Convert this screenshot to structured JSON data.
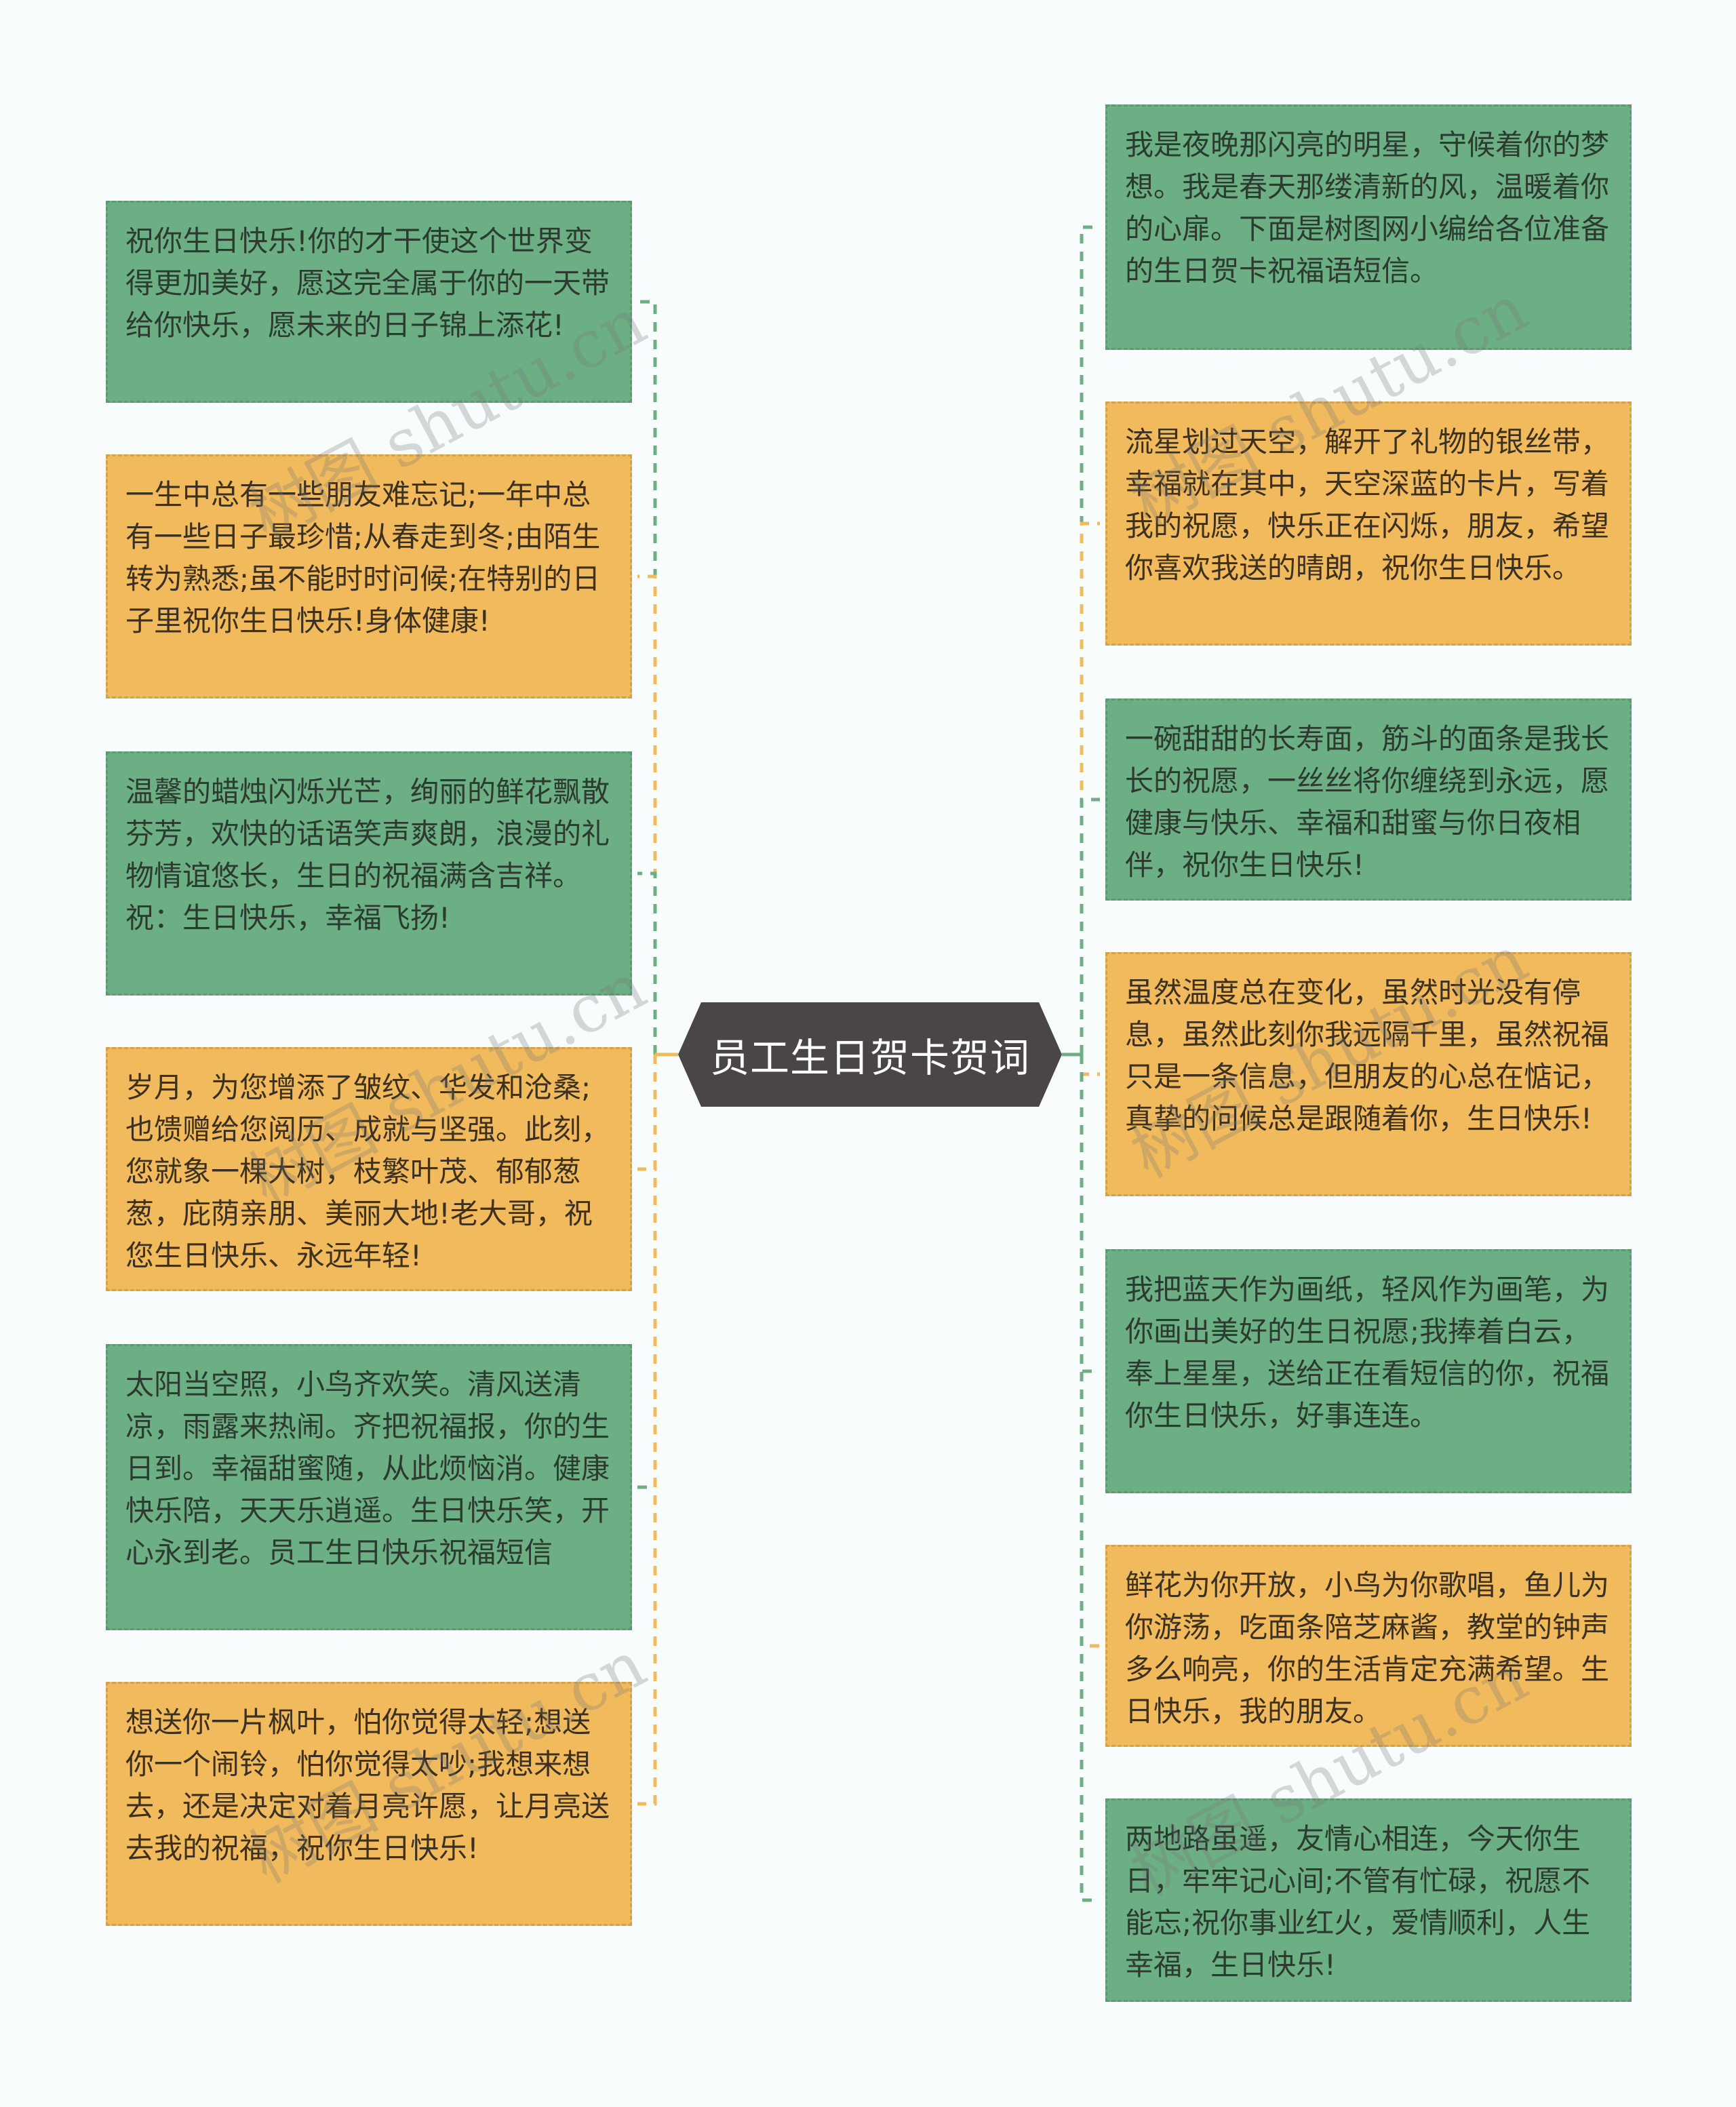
{
  "title": "员工生日贺卡贺词",
  "colors": {
    "background": "#f8fcfc",
    "center_node": "#4a4646",
    "green_node": "#6daf84",
    "orange_node": "#f0ba5d",
    "green_link": "#6daf84",
    "orange_link": "#f0ba5d"
  },
  "left_nodes": [
    {
      "color": "green",
      "text": "祝你生日快乐!你的才干使这个世界变得更加美好，愿这完全属于你的一天带给你快乐，愿未来的日子锦上添花!"
    },
    {
      "color": "orange",
      "text": "一生中总有一些朋友难忘记;一年中总有一些日子最珍惜;从春走到冬;由陌生转为熟悉;虽不能时时问候;在特别的日子里祝你生日快乐!身体健康!"
    },
    {
      "color": "green",
      "text": "温馨的蜡烛闪烁光芒，绚丽的鲜花飘散芬芳，欢快的话语笑声爽朗，浪漫的礼物情谊悠长，生日的祝福满含吉祥。祝：生日快乐，幸福飞扬!"
    },
    {
      "color": "orange",
      "text": "岁月，为您增添了皱纹、华发和沧桑;也馈赠给您阅历、成就与坚强。此刻，您就象一棵大树，枝繁叶茂、郁郁葱葱，庇荫亲朋、美丽大地!老大哥，祝您生日快乐、永远年轻!"
    },
    {
      "color": "green",
      "text": "太阳当空照，小鸟齐欢笑。清风送清凉，雨露来热闹。齐把祝福报，你的生日到。幸福甜蜜随，从此烦恼消。健康快乐陪，天天乐逍遥。生日快乐笑，开心永到老。员工生日快乐祝福短信"
    },
    {
      "color": "orange",
      "text": "想送你一片枫叶，怕你觉得太轻;想送你一个闹铃，怕你觉得太吵;我想来想去，还是决定对着月亮许愿，让月亮送去我的祝福，祝你生日快乐!"
    }
  ],
  "right_nodes": [
    {
      "color": "green",
      "text": "我是夜晚那闪亮的明星，守候着你的梦想。我是春天那缕清新的风，温暖着你的心扉。下面是树图网小编给各位准备的生日贺卡祝福语短信。"
    },
    {
      "color": "orange",
      "text": "流星划过天空，解开了礼物的银丝带，幸福就在其中，天空深蓝的卡片，写着我的祝愿，快乐正在闪烁，朋友，希望你喜欢我送的晴朗，祝你生日快乐。"
    },
    {
      "color": "green",
      "text": "一碗甜甜的长寿面，筋斗的面条是我长长的祝愿，一丝丝将你缠绕到永远，愿健康与快乐、幸福和甜蜜与你日夜相伴，祝你生日快乐!"
    },
    {
      "color": "orange",
      "text": "虽然温度总在变化，虽然时光没有停息，虽然此刻你我远隔千里，虽然祝福只是一条信息，但朋友的心总在惦记，真挚的问候总是跟随着你，生日快乐!"
    },
    {
      "color": "green",
      "text": "我把蓝天作为画纸，轻风作为画笔，为你画出美好的生日祝愿;我捧着白云，奉上星星，送给正在看短信的你，祝福你生日快乐，好事连连。"
    },
    {
      "color": "orange",
      "text": "鲜花为你开放，小鸟为你歌唱，鱼儿为你游荡，吃面条陪芝麻酱，教堂的钟声多么响亮，你的生活肯定充满希望。生日快乐，我的朋友。"
    },
    {
      "color": "green",
      "text": "两地路虽遥，友情心相连，今天你生日，牢牢记心间;不管有忙碌，祝愿不能忘;祝你事业红火，爱情顺利，人生幸福，生日快乐!"
    }
  ],
  "watermark": "树图 shutu.cn"
}
